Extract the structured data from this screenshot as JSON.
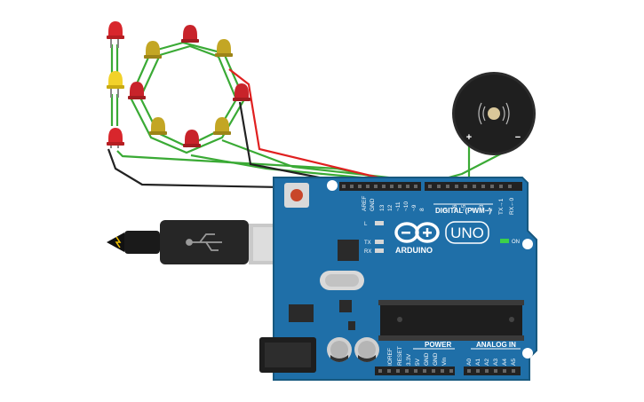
{
  "board": {
    "brand": "ARDUINO",
    "model": "UNO",
    "digital_header": "DIGITAL (PWM~)",
    "power_header": "POWER",
    "analog_header": "ANALOG IN",
    "on_label": "ON",
    "led_labels": {
      "l": "L",
      "tx": "TX",
      "rx": "RX"
    },
    "top_pins": [
      "AREF",
      "GND",
      "13",
      "12",
      "~11",
      "~10",
      "~9",
      "8",
      "7",
      "~6",
      "~5",
      "4",
      "~3",
      "2",
      "TX→1",
      "RX←0"
    ],
    "power_pins": [
      "IOREF",
      "RESET",
      "3.3V",
      "5V",
      "GND",
      "GND",
      "Vin"
    ],
    "analog_pins": [
      "A0",
      "A1",
      "A2",
      "A3",
      "A4",
      "A5"
    ]
  },
  "buzzer": {
    "plus": "+",
    "minus": "−"
  },
  "colors": {
    "board": "#1f6fa8",
    "wire_green": "#3aaa35",
    "wire_red": "#e02020",
    "wire_black": "#222222",
    "led_red": "#d8262c",
    "led_yellow": "#e8c21a",
    "led_olive": "#c3a624"
  },
  "icons": [
    "usb-icon",
    "infinity-logo-icon",
    "sound-wave-icon",
    "power-jack-icon"
  ]
}
